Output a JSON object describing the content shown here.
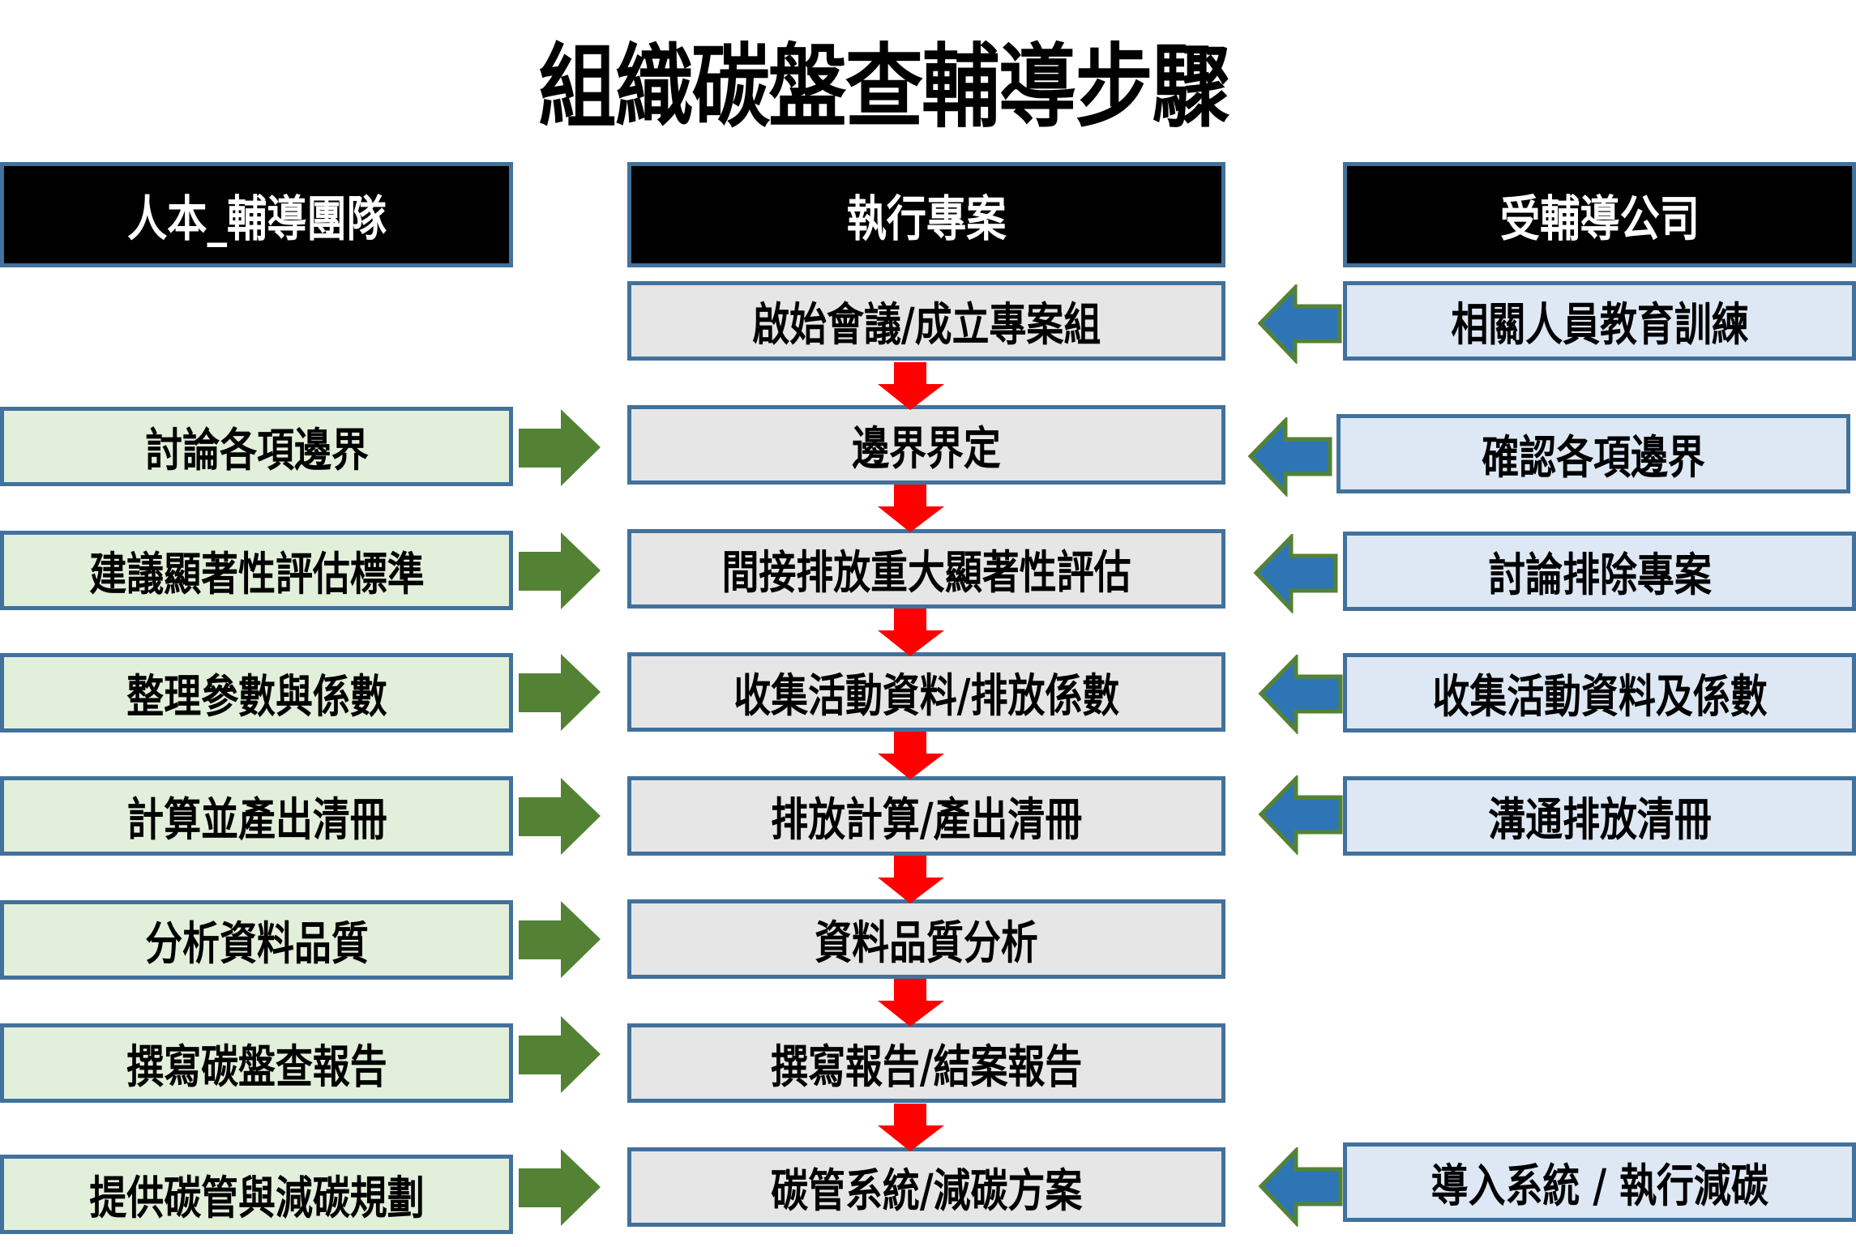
{
  "title": "組織碳盤查輔導步驟",
  "headers": {
    "left": "人本_輔導團隊",
    "middle": "執行專案",
    "right": "受輔導公司"
  },
  "middle_steps": [
    "啟始會議/成立專案組",
    "邊界界定",
    "間接排放重大顯著性評估",
    "收集活動資料/排放係數",
    "排放計算/產出清冊",
    "資料品質分析",
    "撰寫報告/結案報告",
    "碳管系統/減碳方案"
  ],
  "left_tasks": [
    "討論各項邊界",
    "建議顯著性評估標準",
    "整理參數與係數",
    "計算並產出清冊",
    "分析資料品質",
    "撰寫碳盤查報告",
    "提供碳管與減碳規劃"
  ],
  "right_tasks": [
    "相關人員教育訓練",
    "確認各項邊界",
    "討論排除專案",
    "收集活動資料及係數",
    "溝通排放清冊",
    "導入系統 / 執行減碳"
  ],
  "colors": {
    "border": "#41719c",
    "header_bg": "#000000",
    "middle_bg": "#e7e6e6",
    "left_bg": "#e2efda",
    "right_bg": "#dde8f4",
    "flow_arrow": "#ff0000",
    "left_arrow": "#548235",
    "right_arrow_fill": "#2e75b6",
    "right_arrow_outline": "#548235"
  }
}
